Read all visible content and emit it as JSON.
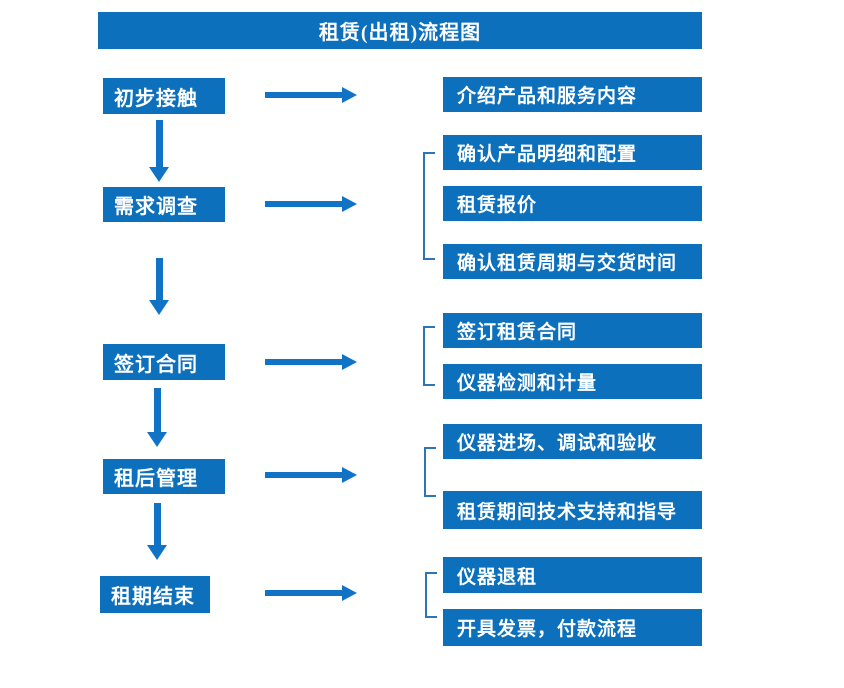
{
  "title": "租赁(出租)流程图",
  "colors": {
    "box_blue": "#0C70BD",
    "arrow_blue": "#1173C5",
    "bracket_blue": "#2E75B6",
    "text_white": "#FFFFFF"
  },
  "flow": {
    "steps": [
      {
        "label": "初步接触",
        "outputs": [
          "介绍产品和服务内容"
        ]
      },
      {
        "label": "需求调查",
        "outputs": [
          "确认产品明细和配置",
          "租赁报价",
          "确认租赁周期与交货时间"
        ]
      },
      {
        "label": "签订合同",
        "outputs": [
          "签订租赁合同",
          "仪器检测和计量"
        ]
      },
      {
        "label": "租后管理",
        "outputs": [
          "仪器进场、调试和验收",
          "租赁期间技术支持和指导"
        ]
      },
      {
        "label": "租期结束",
        "outputs": [
          "仪器退租",
          "开具发票，付款流程"
        ]
      }
    ]
  }
}
